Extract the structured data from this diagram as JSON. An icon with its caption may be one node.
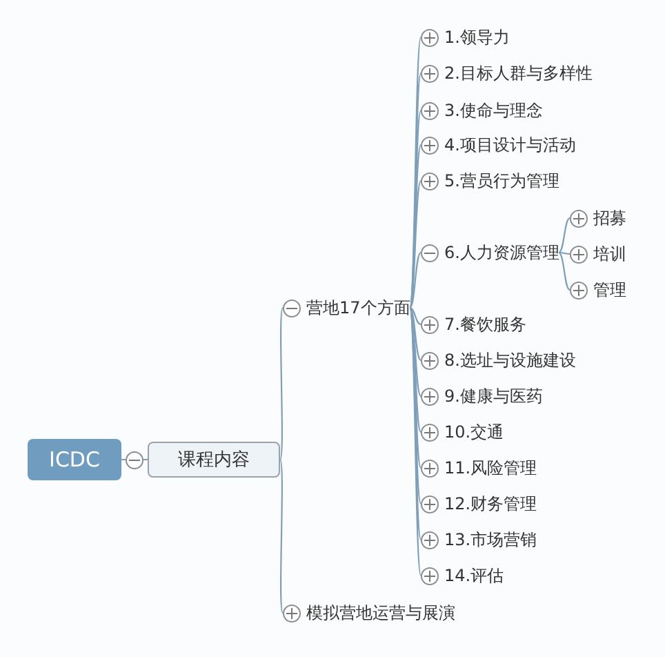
{
  "diagram": {
    "nodes": [
      {
        "text": [
          "ICDC"
        ]
      },
      {
        "text": [
          "课程内容"
        ]
      },
      {
        "text": [
          "营地17个方面"
        ]
      },
      {
        "text": [
          "1.领导力"
        ]
      },
      {
        "text": [
          "2.目标人群与多样性"
        ]
      },
      {
        "text": [
          "3.使命与理念"
        ]
      },
      {
        "text": [
          "4.项目设计与活动"
        ]
      },
      {
        "text": [
          "5.营员行为管理"
        ]
      },
      {
        "text": [
          "6.人力资源管理"
        ]
      },
      {
        "text": [
          "招募"
        ]
      },
      {
        "text": [
          "培训"
        ]
      },
      {
        "text": [
          "管理"
        ]
      },
      {
        "text": [
          "7.餐饮服务"
        ]
      },
      {
        "text": [
          "8.选址与设施建设"
        ]
      },
      {
        "text": [
          "9.健康与医药"
        ]
      },
      {
        "text": [
          "10.交通"
        ]
      },
      {
        "text": [
          "11.风险管理"
        ]
      },
      {
        "text": [
          "12.财务管理"
        ]
      },
      {
        "text": [
          "13.市场营销"
        ]
      },
      {
        "text": [
          "14.评估"
        ]
      },
      {
        "text": [
          "模拟营地运营与展演"
        ]
      }
    ],
    "edges": [
      {
        "from": 0,
        "to": 1,
        "arrow": "none"
      },
      {
        "from": 1,
        "to": 2,
        "arrow": "none"
      },
      {
        "from": 1,
        "to": 20,
        "arrow": "none"
      },
      {
        "from": 2,
        "to": 3,
        "arrow": "none"
      },
      {
        "from": 2,
        "to": 4,
        "arrow": "none"
      },
      {
        "from": 2,
        "to": 5,
        "arrow": "none"
      },
      {
        "from": 2,
        "to": 6,
        "arrow": "none"
      },
      {
        "from": 2,
        "to": 7,
        "arrow": "none"
      },
      {
        "from": 2,
        "to": 8,
        "arrow": "none"
      },
      {
        "from": 8,
        "to": 9,
        "arrow": "none"
      },
      {
        "from": 8,
        "to": 10,
        "arrow": "none"
      },
      {
        "from": 8,
        "to": 11,
        "arrow": "none"
      },
      {
        "from": 2,
        "to": 12,
        "arrow": "none"
      },
      {
        "from": 2,
        "to": 13,
        "arrow": "none"
      },
      {
        "from": 2,
        "to": 14,
        "arrow": "none"
      },
      {
        "from": 2,
        "to": 15,
        "arrow": "none"
      },
      {
        "from": 2,
        "to": 16,
        "arrow": "none"
      },
      {
        "from": 2,
        "to": 17,
        "arrow": "none"
      },
      {
        "from": 2,
        "to": 18,
        "arrow": "none"
      },
      {
        "from": 2,
        "to": 19,
        "arrow": "none"
      }
    ]
  }
}
